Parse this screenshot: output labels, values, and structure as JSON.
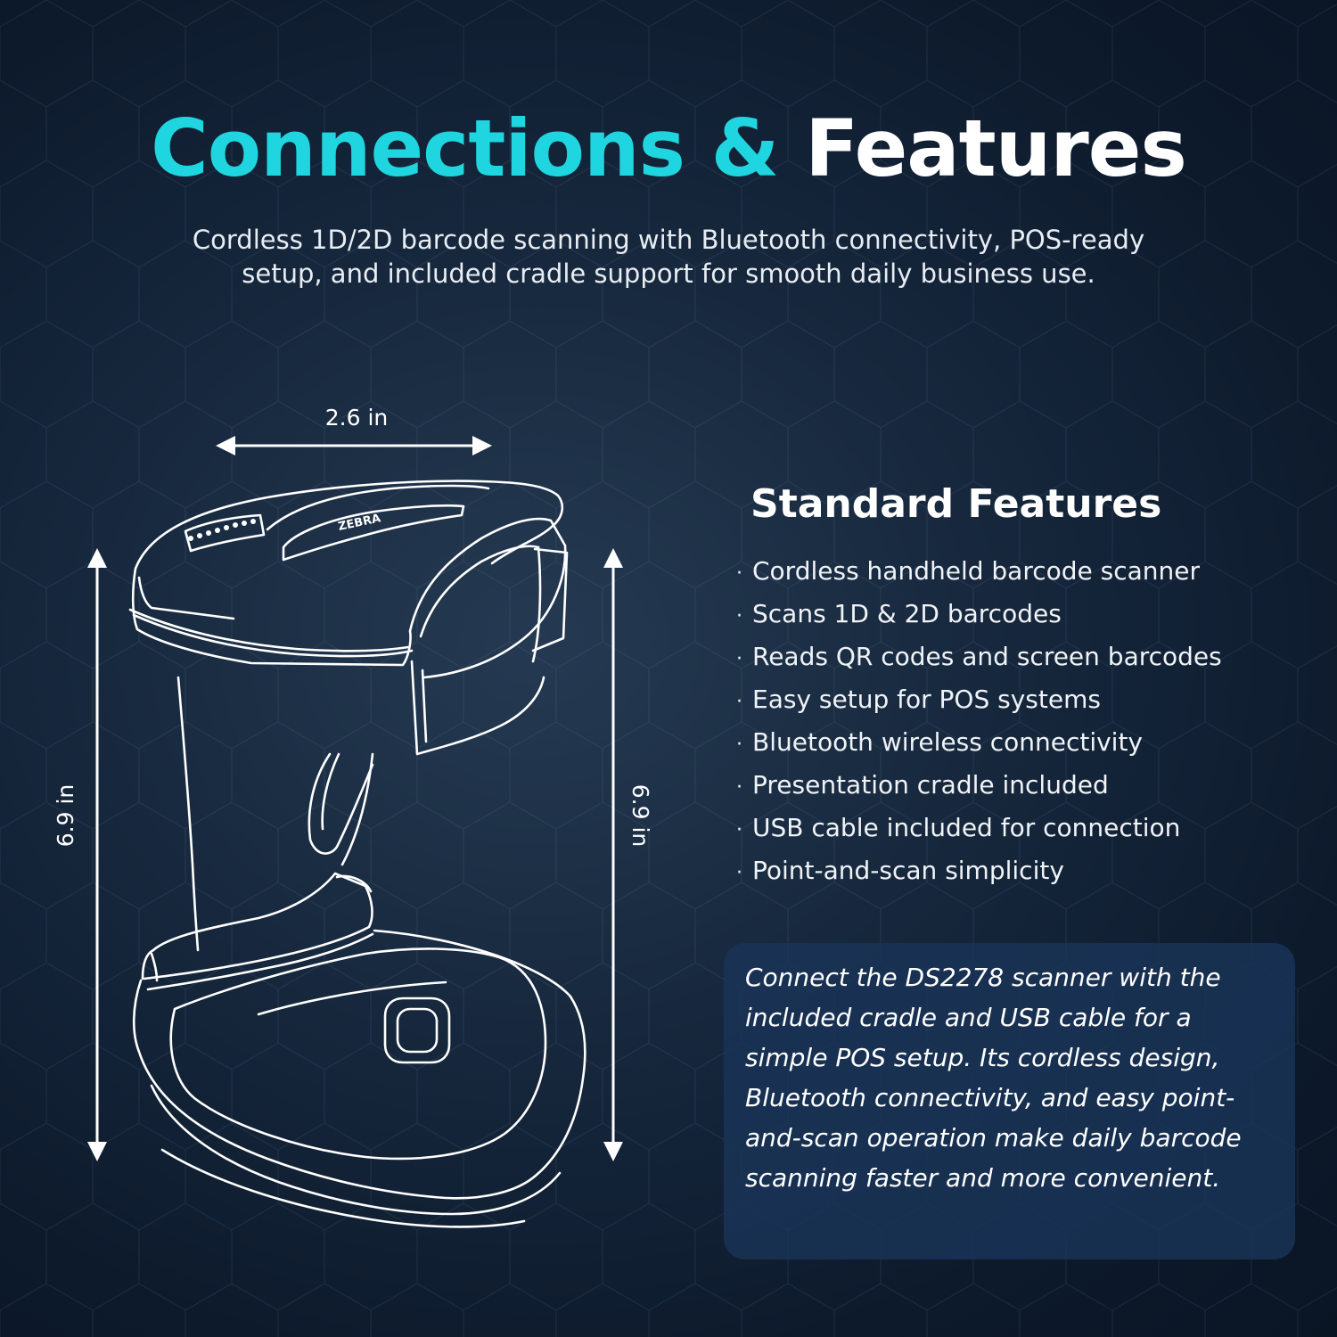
{
  "header": {
    "title_accent": "Connections &",
    "title_plain": "Features",
    "subtitle_line1": "Cordless 1D/2D barcode scanning with Bluetooth connectivity, POS-ready",
    "subtitle_line2": "setup, and included cradle support for smooth daily business use."
  },
  "diagram": {
    "width_label": "2.6 in",
    "height_label_left": "6.9 in",
    "height_label_right": "6.9 in",
    "scanner_brand": "ZEBRA"
  },
  "features": {
    "heading": "Standard Features",
    "bullet": "·",
    "items": [
      "Cordless handheld barcode scanner",
      "Scans 1D & 2D barcodes",
      "Reads QR codes and screen barcodes",
      "Easy setup for POS systems",
      "Bluetooth wireless connectivity",
      "Presentation cradle included",
      "USB cable included for connection",
      "Point-and-scan simplicity"
    ]
  },
  "info_card": {
    "text": "Connect the DS2278 scanner with the included cradle and USB cable for a simple POS setup. Its cordless design, Bluetooth connectivity, and easy point-and-scan operation make daily barcode scanning faster and more convenient."
  },
  "colors": {
    "accent": "#1fd6e0",
    "background": "#16273c",
    "card": "#1a3458",
    "line_art": "#ffffff"
  }
}
